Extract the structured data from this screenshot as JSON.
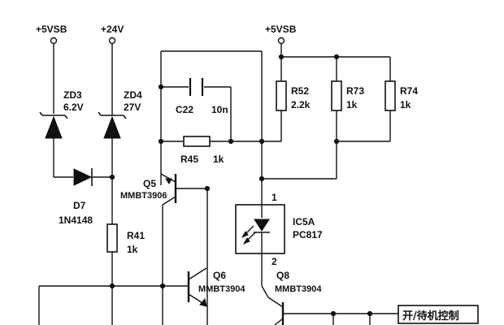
{
  "rails": {
    "vsb_left": "+5VSB",
    "v24": "+24V",
    "vsb_right": "+5VSB"
  },
  "components": {
    "zd3": {
      "ref": "ZD3",
      "value": "6.2V"
    },
    "zd4": {
      "ref": "ZD4",
      "value": "27V"
    },
    "d7": {
      "ref": "D7",
      "value": "1N4148"
    },
    "r41": {
      "ref": "R41",
      "value": "1k"
    },
    "c22": {
      "ref": "C22",
      "value": "10n"
    },
    "r45": {
      "ref": "R45",
      "value": "1k"
    },
    "q5": {
      "ref": "Q5",
      "value": "MMBT3906"
    },
    "q6": {
      "ref": "Q6",
      "value": "MMBT3904"
    },
    "r52": {
      "ref": "R52",
      "value": "2.2k"
    },
    "r73": {
      "ref": "R73",
      "value": "1k"
    },
    "r74": {
      "ref": "R74",
      "value": "1k"
    },
    "ic5a": {
      "ref": "IC5A",
      "value": "PC817",
      "pin1": "1",
      "pin2": "2"
    },
    "q8": {
      "ref": "Q8",
      "value": "MMBT3904"
    }
  },
  "signal_box": {
    "label": "开/待机控制"
  }
}
